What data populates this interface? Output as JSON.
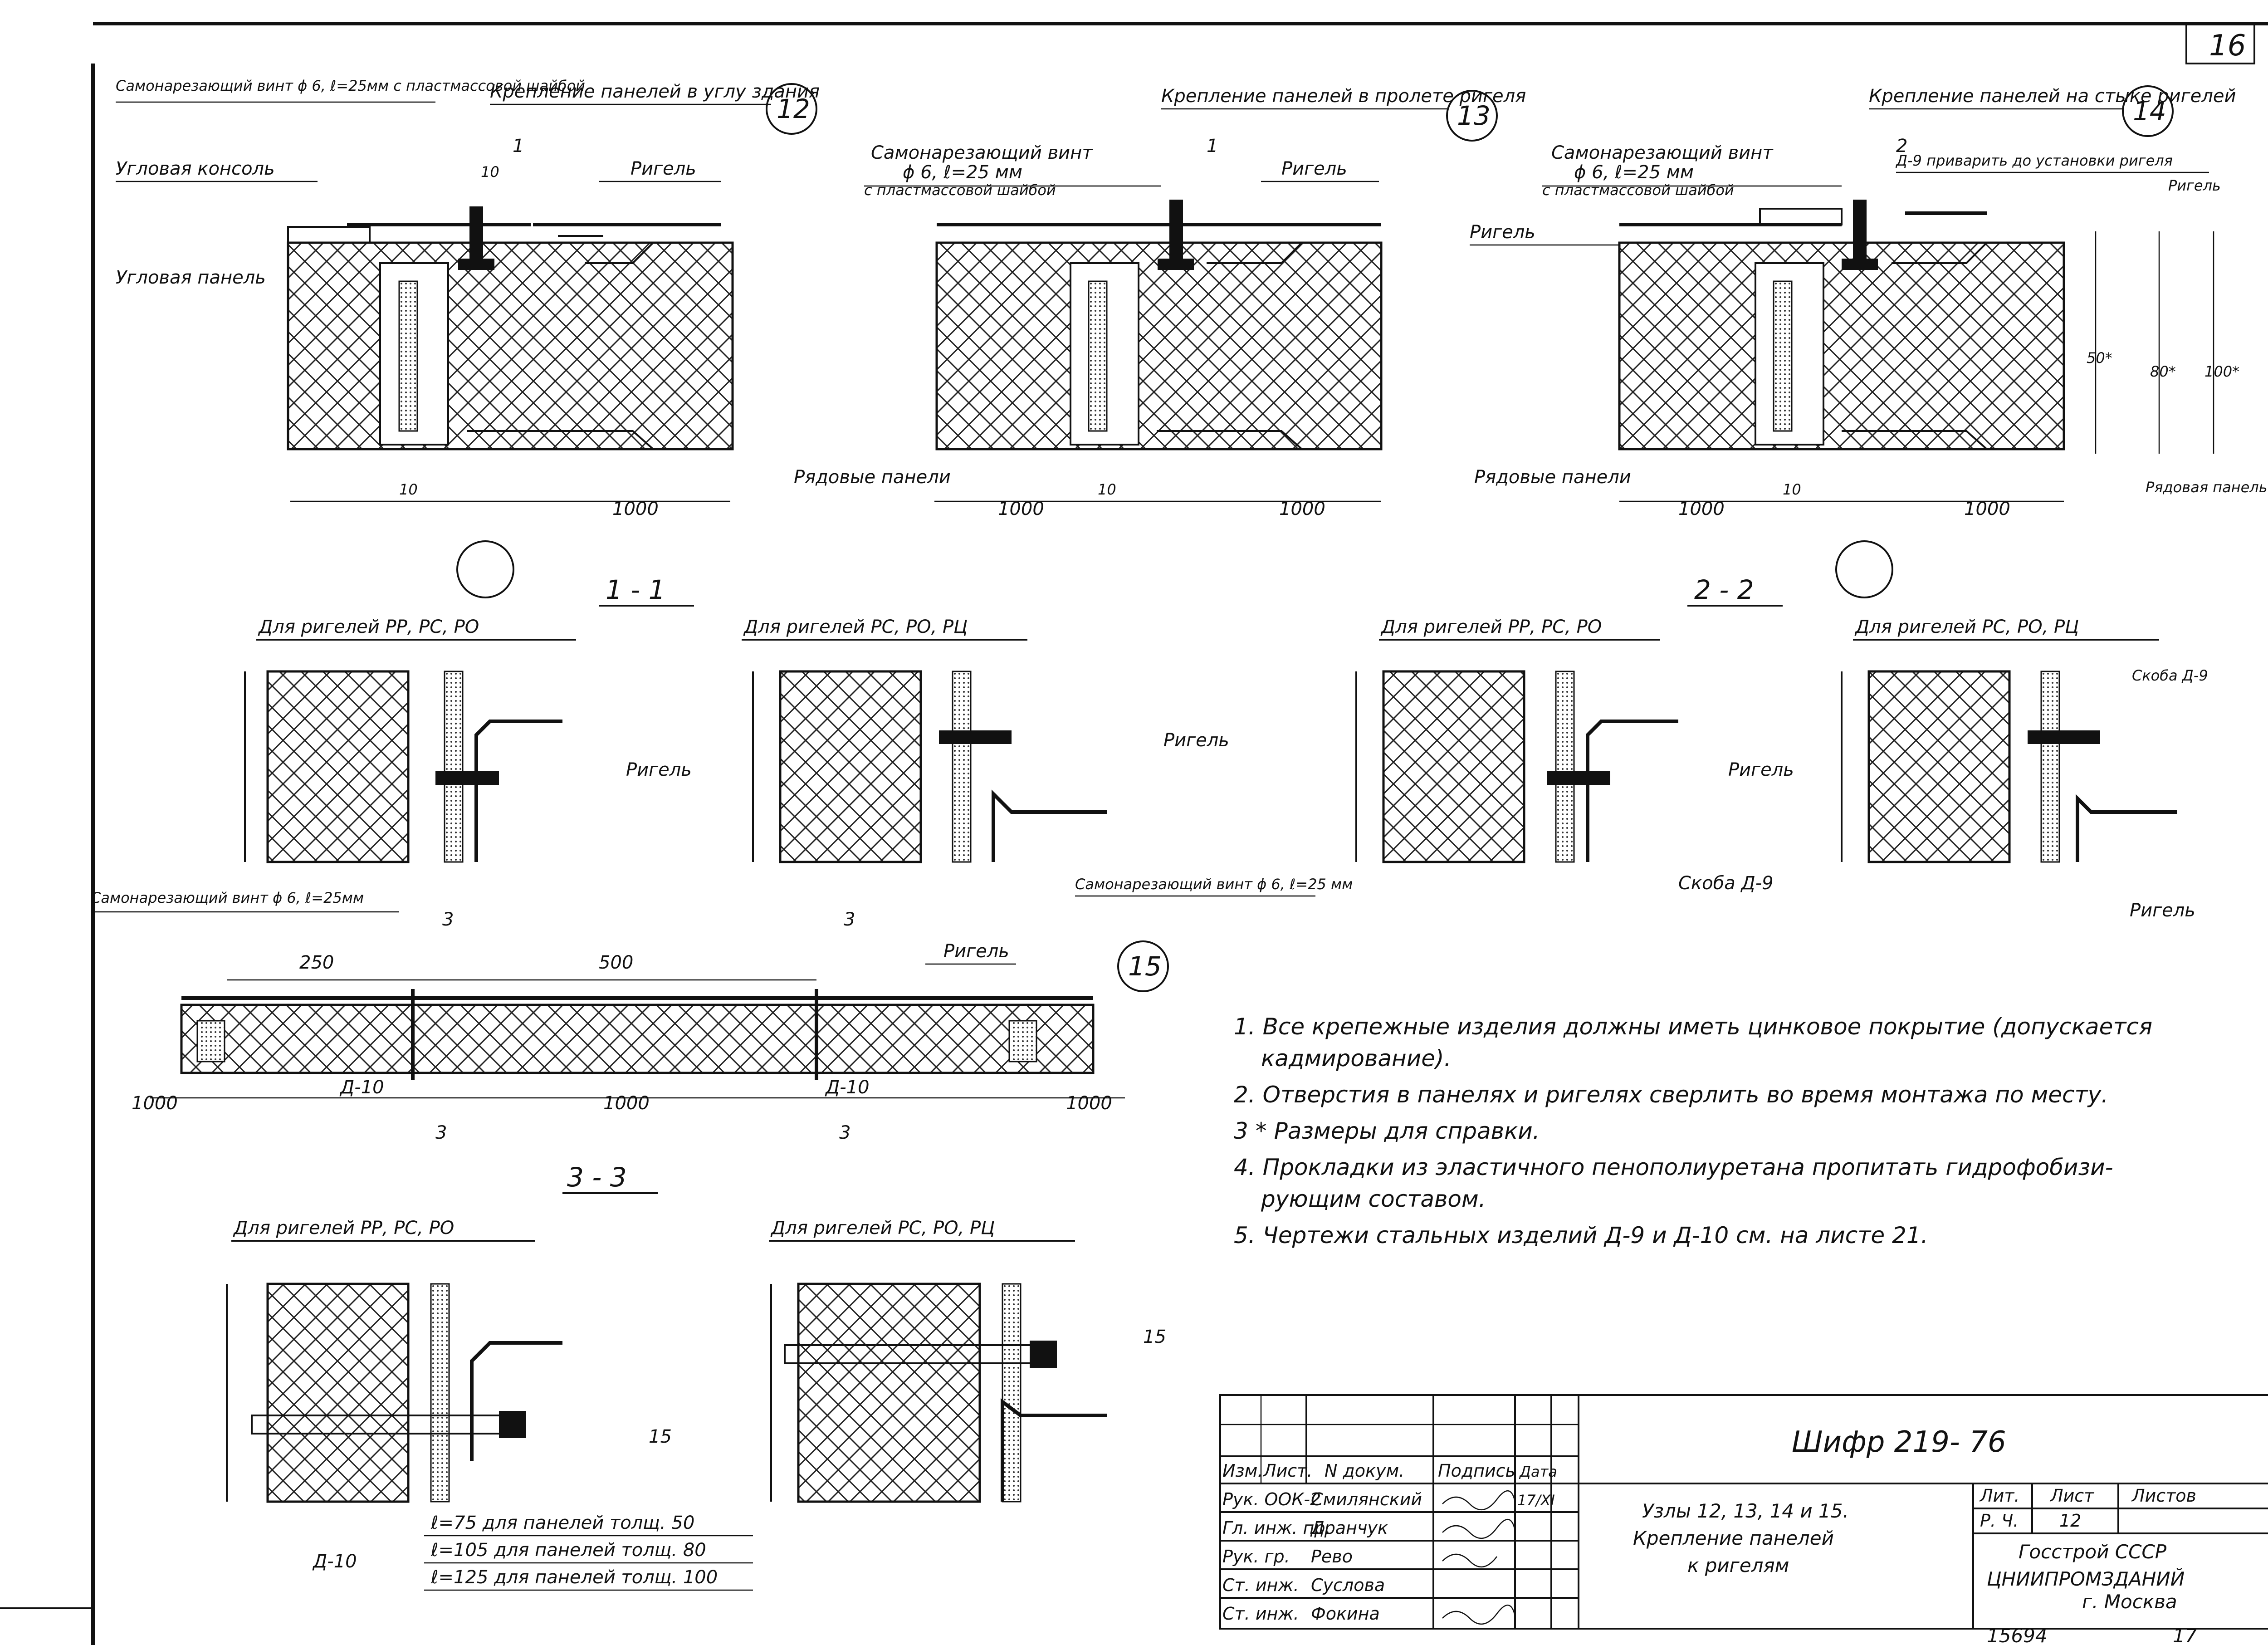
{
  "sheet": {
    "sheet_number": "16",
    "archive_number": "15694",
    "archive_page": "17"
  },
  "nodes": {
    "n12": {
      "number": "12",
      "title": "Крепление панелей в углу здания"
    },
    "n13": {
      "number": "13",
      "title": "Крепление панелей в пролете ригеля"
    },
    "n14": {
      "number": "14",
      "title": "Крепление панелей на стыке ригелей"
    },
    "n15": {
      "number": "15"
    }
  },
  "labels": {
    "screw_n12": "Самонарезающий винт ϕ 6, ℓ=25мм с пластмассовой шайбой",
    "corner_console": "Угловая консоль",
    "corner_panel": "Угловая панель",
    "rigel": "Ригель",
    "row_panels": "Рядовые панели",
    "row_panel": "Рядовая панель",
    "screw_n13_line1": "Самонарезающий винт",
    "screw_n13_line2": "ϕ 6, ℓ=25 мм",
    "screw_n13_line3": "с пластмассовой шайбой",
    "screw_n14_line1": "Самонарезающий винт",
    "screw_n14_line2": "ϕ 6, ℓ=25 мм",
    "screw_n14_line3": "с пластмассовой шайбой",
    "d9_weld": "Д-9 приварить до установки ригеля",
    "skoba_d9": "Скоба Д-9",
    "screw_n15_left": "Самонарезающий винт ϕ 6, ℓ=25мм",
    "screw_n15_right": "Самонарезающий винт ϕ 6, ℓ=25 мм",
    "d10": "Д-10"
  },
  "sections": {
    "s11": {
      "title": "1 - 1",
      "a": "Для ригелей РР, РС, РО",
      "b": "Для ригелей РС, РО, РЦ"
    },
    "s22": {
      "title": "2 - 2",
      "a": "Для ригелей РР, РС, РО",
      "b": "Для ригелей РС, РО, РЦ"
    },
    "s33": {
      "title": "3 - 3",
      "a": "Для ригелей РР, РС, РО",
      "b": "Для ригелей РС, РО, РЦ"
    }
  },
  "dims": {
    "d10": "10",
    "d1000": "1000",
    "d250": "250",
    "d500": "500",
    "d15": "15",
    "d50": "50*",
    "d80": "80*",
    "d100": "100*",
    "cut1": "1",
    "cut2": "2",
    "cut3": "3"
  },
  "bolt_lengths": [
    "ℓ=75 для панелей толщ. 50",
    "ℓ=105 для панелей толщ. 80",
    "ℓ=125 для панелей толщ. 100"
  ],
  "notes": [
    "1. Все крепежные изделия должны иметь цинковое покрытие (допускается кадмирование).",
    "2. Отверстия в панелях и ригелях сверлить во время монтажа по месту.",
    "3 * Размеры для справки.",
    "4. Прокладки из эластичного пенополиуретана пропитать гидрофобизирующим составом.",
    "5. Чертежи стальных изделий Д-9 и Д-10 см. на листе 21."
  ],
  "notes_lines": [
    "1. Все крепежные изделия должны иметь цинковое покрытие (допускается",
    "кадмирование).",
    "2. Отверстия в панелях и ригелях сверлить во время монтажа по месту.",
    "3 * Размеры для справки.",
    "4. Прокладки из эластичного пенополиуретана пропитать гидрофобизи-",
    "рующим составом.",
    "5. Чертежи стальных изделий Д-9 и Д-10 см. на листе 21."
  ],
  "title_block": {
    "code": "Шифр  219- 76",
    "title_lines": [
      "Узлы 12, 13, 14 и 15.",
      "Крепление панелей",
      "к ригелям"
    ],
    "head": {
      "izm": "Изм.",
      "list": "Лист.",
      "doc": "N докум.",
      "sign": "Подпись",
      "date": "Дата"
    },
    "people": [
      {
        "role": "Рук. ООК-2",
        "name": "Смилянский",
        "date": "17/XI"
      },
      {
        "role": "Гл. инж. пр.",
        "name": "Дранчук",
        "date": ""
      },
      {
        "role": "Рук. гр.",
        "name": "Рево",
        "date": ""
      },
      {
        "role": "Ст. инж.",
        "name": "Суслова",
        "date": ""
      },
      {
        "role": "Ст. инж.",
        "name": "Фокина",
        "date": ""
      }
    ],
    "lit_label": "Лит.",
    "lit": "Р. Ч.",
    "list_label": "Лист",
    "list": "12",
    "listov_label": "Листов",
    "listov": "",
    "org_lines": [
      "Госстрой СССР",
      "ЦНИИПРОМЗДАНИЙ",
      "г. Москва"
    ]
  }
}
